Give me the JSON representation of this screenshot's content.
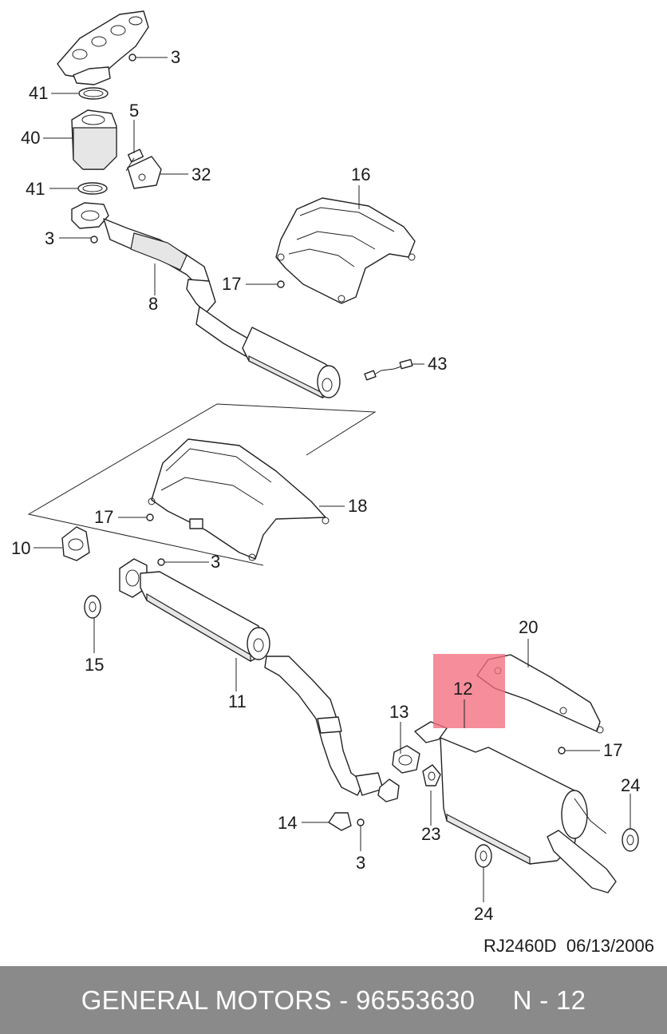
{
  "diagram": {
    "highlight_color": "#f26d7d",
    "callouts": {
      "c3_top": "3",
      "c41_a": "41",
      "c40": "40",
      "c5": "5",
      "c32": "32",
      "c41_b": "41",
      "c3_left": "3",
      "c16": "16",
      "c17_upper": "17",
      "c8": "8",
      "c43": "43",
      "c17_mid": "17",
      "c18": "18",
      "c10": "10",
      "c3_mid": "3",
      "c15": "15",
      "c11": "11",
      "c20": "20",
      "c12": "12",
      "c13": "13",
      "c17_lower": "17",
      "c24_right": "24",
      "c14": "14",
      "c23": "23",
      "c3_bottom": "3",
      "c24_bottom": "24"
    }
  },
  "reference": {
    "code": "RJ2460D",
    "date": "06/13/2006"
  },
  "footer": {
    "brand": "GENERAL MOTORS",
    "separator": "-",
    "part_number": "96553630",
    "section": "N - 12"
  }
}
